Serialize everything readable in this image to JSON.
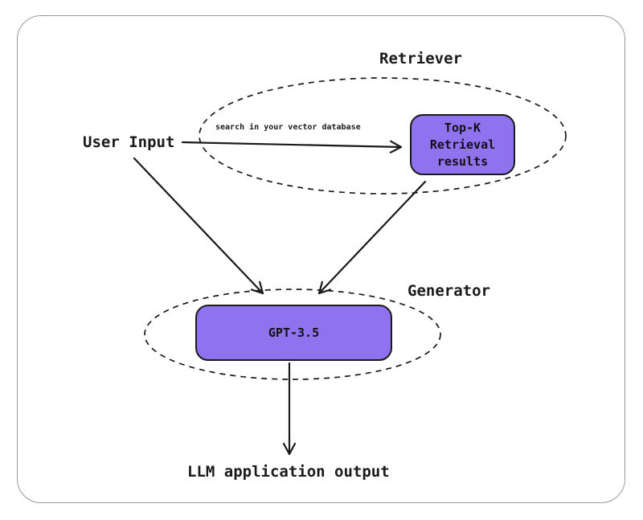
{
  "frame": {
    "border_color": "#9a9a9a",
    "background_color": "#ffffff"
  },
  "diagram": {
    "stroke_color": "#1a1a1a",
    "node_fill_color": "#8f72ee",
    "groups": [
      {
        "id": "retriever",
        "label": "Retriever"
      },
      {
        "id": "generator",
        "label": "Generator"
      }
    ],
    "labels": {
      "user_input": "User Input",
      "edge_search": "search in your vector database",
      "output": "LLM application output"
    },
    "nodes": {
      "topk": {
        "lines": [
          "Top-K",
          "Retrieval",
          "results"
        ]
      },
      "gpt": {
        "label": "GPT-3.5"
      }
    },
    "edges": [
      {
        "from": "user-input",
        "to": "topk-box",
        "label": "search in your vector database"
      },
      {
        "from": "user-input",
        "to": "gpt-box",
        "label": ""
      },
      {
        "from": "topk-box",
        "to": "gpt-box",
        "label": ""
      },
      {
        "from": "gpt-box",
        "to": "llm-application-output",
        "label": ""
      }
    ]
  }
}
